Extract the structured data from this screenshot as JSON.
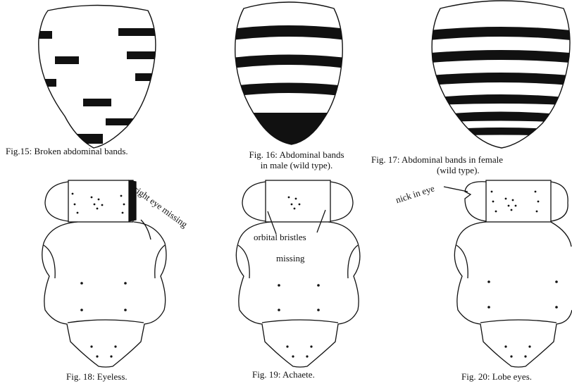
{
  "captions": {
    "fig15": "Fig.15: Broken abdominal bands.",
    "fig16_line1": "Fig. 16: Abdominal bands",
    "fig16_line2": "in male (wild type).",
    "fig17_line1": "Fig. 17: Abdominal bands in female",
    "fig17_line2": "(wild type).",
    "fig18": "Fig. 18: Eyeless.",
    "fig19": "Fig. 19: Achaete.",
    "fig20": "Fig. 20: Lobe eyes."
  },
  "annotations": {
    "right_eye_missing": "right eye missing",
    "orbital_bristles": "orbital bristles",
    "missing": "missing",
    "nick_in_eye": "nick in eye"
  },
  "colors": {
    "ink": "#111111",
    "paper": "#ffffff"
  }
}
